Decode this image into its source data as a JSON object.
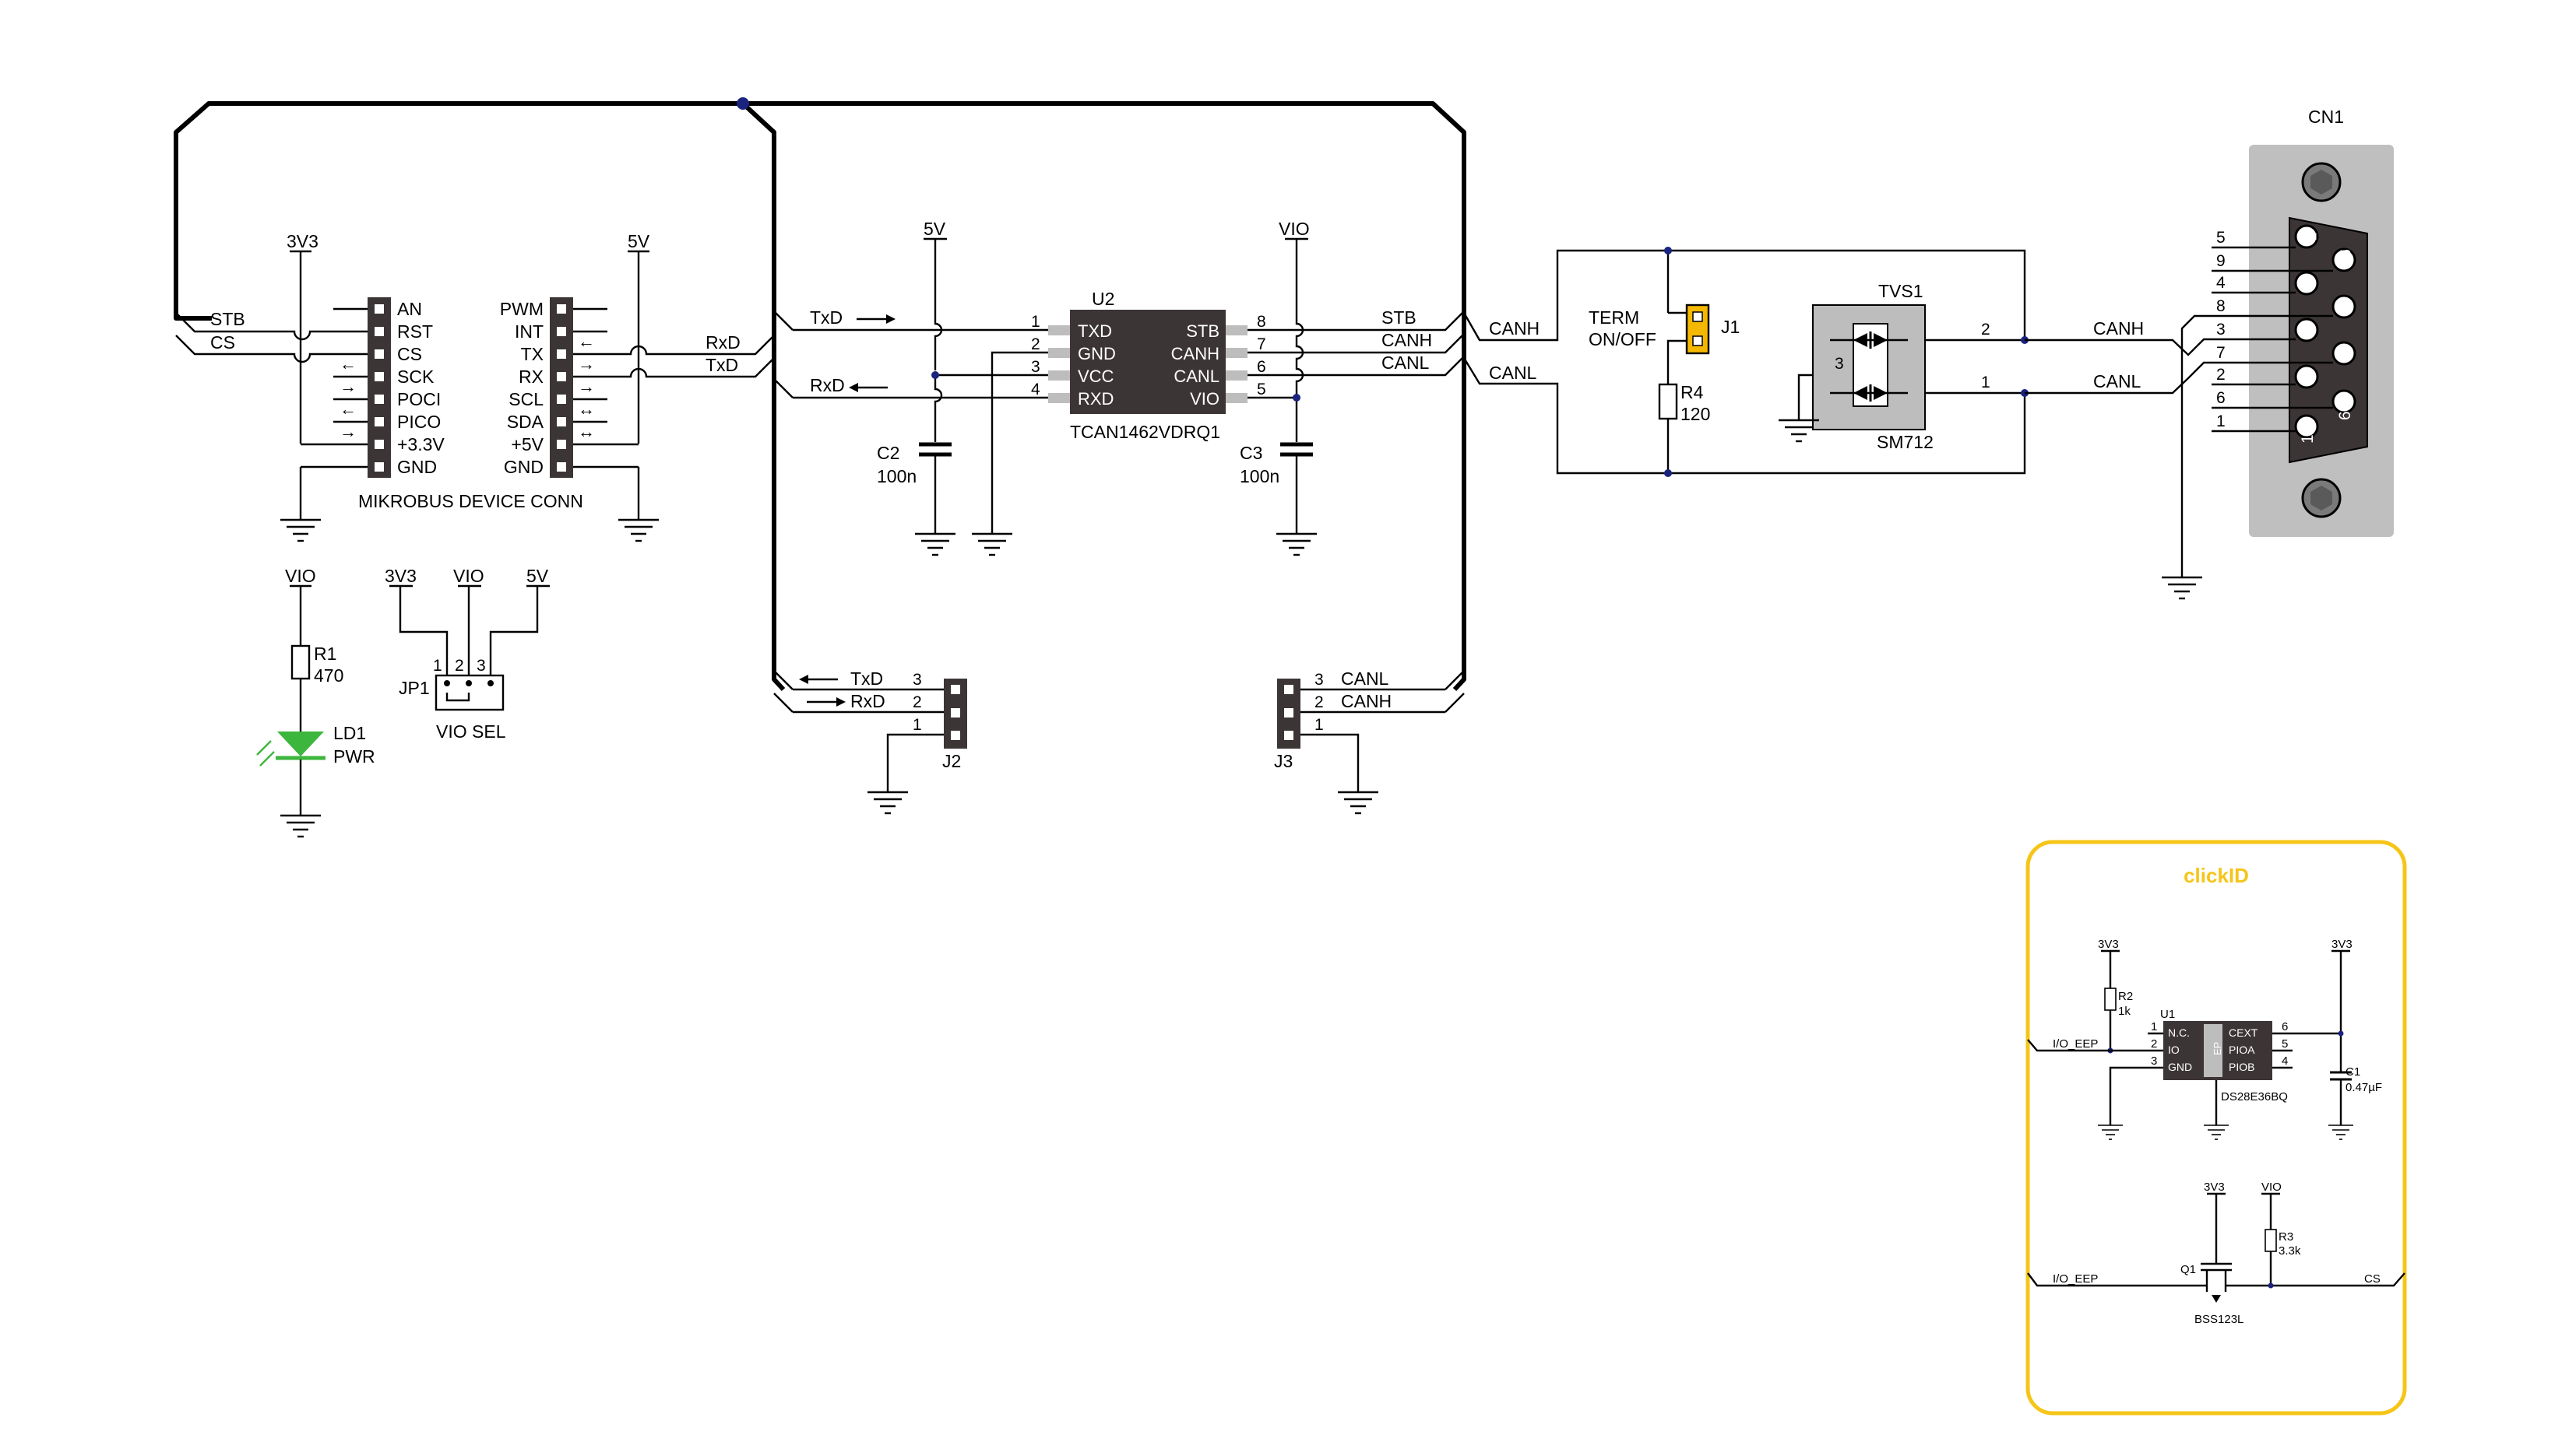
{
  "mikrobus": {
    "label": "MIKROBUS DEVICE CONN",
    "left_pins": [
      "AN",
      "RST",
      "CS",
      "SCK",
      "POCI",
      "PICO",
      "+3.3V",
      "GND"
    ],
    "right_pins": [
      "PWM",
      "INT",
      "TX",
      "RX",
      "SCL",
      "SDA",
      "+5V",
      "GND"
    ],
    "left_nets": [
      "STB",
      "CS"
    ],
    "right_nets": [
      "RxD",
      "TxD"
    ],
    "rail_left": "3V3",
    "rail_right": "5V"
  },
  "power_led": {
    "rail": "VIO",
    "resistor": "R1",
    "resistor_value": "470",
    "led": "LD1",
    "led_label": "PWR"
  },
  "vio_sel": {
    "jumper": "JP1",
    "label": "VIO SEL",
    "rails": [
      "3V3",
      "VIO",
      "5V"
    ],
    "pins": [
      "1",
      "2",
      "3"
    ]
  },
  "transceiver": {
    "ref": "U2",
    "part": "TCAN1462VDRQ1",
    "left_pins": [
      {
        "num": "1",
        "name": "TXD"
      },
      {
        "num": "2",
        "name": "GND"
      },
      {
        "num": "3",
        "name": "VCC"
      },
      {
        "num": "4",
        "name": "RXD"
      }
    ],
    "right_pins": [
      {
        "num": "8",
        "name": "STB"
      },
      {
        "num": "7",
        "name": "CANH"
      },
      {
        "num": "6",
        "name": "CANL"
      },
      {
        "num": "5",
        "name": "VIO"
      }
    ],
    "left_nets": [
      "TxD",
      "RxD"
    ],
    "right_nets": [
      "STB",
      "CANH",
      "CANL"
    ],
    "rail_left": "5V",
    "rail_right": "VIO",
    "c2_ref": "C2",
    "c2_value": "100n",
    "c3_ref": "C3",
    "c3_value": "100n"
  },
  "j2": {
    "ref": "J2",
    "pins": [
      "3",
      "2",
      "1"
    ],
    "nets": [
      "TxD",
      "RxD"
    ]
  },
  "j3": {
    "ref": "J3",
    "pins": [
      "3",
      "2",
      "1"
    ],
    "nets": [
      "CANL",
      "CANH"
    ]
  },
  "termination": {
    "label_line1": "TERM",
    "label_line2": "ON/OFF",
    "jumper": "J1",
    "resistor": "R4",
    "resistor_value": "120",
    "nets": [
      "CANH",
      "CANL"
    ]
  },
  "tvs": {
    "ref": "TVS1",
    "part": "SM712",
    "pins": [
      "2",
      "1",
      "3"
    ]
  },
  "connector": {
    "ref": "CN1",
    "nets": [
      "CANH",
      "CANL"
    ],
    "pin_numbers": [
      "5",
      "9",
      "4",
      "8",
      "3",
      "7",
      "2",
      "6",
      "1"
    ],
    "face_top": [
      "5",
      "9"
    ],
    "face_bottom": [
      "1",
      "6"
    ]
  },
  "clickid": {
    "title": "clickID",
    "accent_color": "#f5c518",
    "u1_ref": "U1",
    "u1_part": "DS28E36BQ",
    "u1_left": [
      {
        "num": "1",
        "name": "N.C."
      },
      {
        "num": "2",
        "name": "IO"
      },
      {
        "num": "3",
        "name": "GND"
      }
    ],
    "u1_right": [
      {
        "num": "6",
        "name": "CEXT"
      },
      {
        "num": "5",
        "name": "PIOA"
      },
      {
        "num": "4",
        "name": "PIOB"
      }
    ],
    "ep_label": "EP",
    "r2_ref": "R2",
    "r2_value": "1k",
    "c1_ref": "C1",
    "c1_value": "0.47µF",
    "rail_3v3": "3V3",
    "net_io": "I/O_EEP",
    "q1_ref": "Q1",
    "q1_part": "BSS123L",
    "r3_ref": "R3",
    "r3_value": "3.3k",
    "rail_vio": "VIO",
    "net_cs": "CS"
  }
}
